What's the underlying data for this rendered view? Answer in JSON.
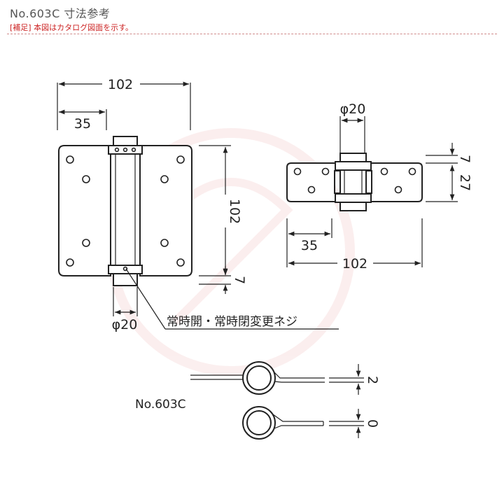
{
  "header": {
    "title": "No.603C  寸法参考",
    "note": "[補足] 本図はカタログ図面を示す。"
  },
  "dimensions": {
    "front_total_width": "102",
    "front_offset": "35",
    "front_height": "102",
    "front_tab": "7",
    "front_diameter": "φ20",
    "top_diameter": "φ20",
    "top_offset": "35",
    "top_width": "102",
    "top_thickness": "7",
    "top_depth": "27",
    "spring_gap_a": "2",
    "spring_gap_b": "0"
  },
  "callout": "常時開・常時閉変更ネジ",
  "spring_label": "No.603C",
  "colors": {
    "line": "#222222",
    "note": "#cc2222",
    "title": "#555555"
  }
}
